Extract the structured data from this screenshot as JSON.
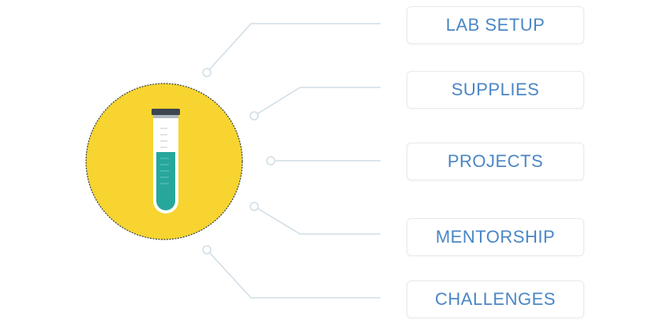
{
  "theme": {
    "label_color": "#4a86c5",
    "connector_color": "#cfdde6",
    "circle_color": "#f7d42f",
    "circle_border": "#2b3a44",
    "liquid_color": "#27a79c",
    "cap_color": "#3b4650"
  },
  "hub": {
    "icon": "test-tube-icon"
  },
  "menu": {
    "items": [
      {
        "label": "LAB SETUP"
      },
      {
        "label": "SUPPLIES"
      },
      {
        "label": "PROJECTS"
      },
      {
        "label": "MENTORSHIP"
      },
      {
        "label": "CHALLENGES"
      }
    ]
  }
}
